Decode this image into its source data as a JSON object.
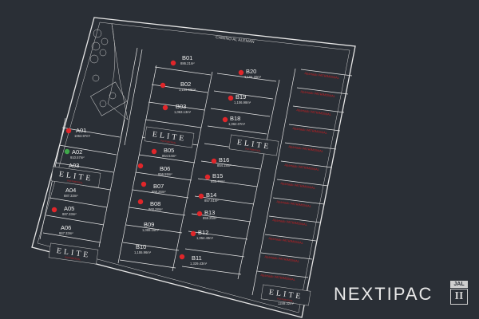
{
  "road": "CAMINO AL ALEMAN",
  "lots": [
    {
      "id": "A01",
      "area": "1063.97m²",
      "dot": "red"
    },
    {
      "id": "A02",
      "area": "910.57m²",
      "dot": "green"
    },
    {
      "id": "A03",
      "area": "",
      "dot": "none"
    },
    {
      "id": "A04",
      "area": "887.33m²",
      "dot": "none"
    },
    {
      "id": "A05",
      "area": "887.33m²",
      "dot": "red"
    },
    {
      "id": "A06",
      "area": "867.33m²",
      "dot": "none"
    },
    {
      "id": "B01",
      "area": "886.21m²",
      "dot": "red"
    },
    {
      "id": "B02",
      "area": "1,109.58m²",
      "dot": "red"
    },
    {
      "id": "B03",
      "area": "1,063.13m²",
      "dot": "red"
    },
    {
      "id": "B05",
      "area": "854.54m²",
      "dot": "red"
    },
    {
      "id": "B06",
      "area": "856.59m²",
      "dot": "red"
    },
    {
      "id": "B07",
      "area": "858.26m²",
      "dot": "red"
    },
    {
      "id": "B08",
      "area": "860.28m²",
      "dot": "red"
    },
    {
      "id": "B09",
      "area": "1,055.16m²",
      "dot": "none"
    },
    {
      "id": "B10",
      "area": "1,155.96m²",
      "dot": "none"
    },
    {
      "id": "B11",
      "area": "1,329.43m²",
      "dot": "red"
    },
    {
      "id": "B12",
      "area": "1,054.49m²",
      "dot": "red"
    },
    {
      "id": "B13",
      "area": "859.25m²",
      "dot": "red"
    },
    {
      "id": "B14",
      "area": "857.51m²",
      "dot": "red"
    },
    {
      "id": "B15",
      "area": "855.79m²",
      "dot": "red"
    },
    {
      "id": "B16",
      "area": "854.18m²",
      "dot": "red"
    },
    {
      "id": "B18",
      "area": "1,062.07m²",
      "dot": "red"
    },
    {
      "id": "B19",
      "area": "1,106.98m²",
      "dot": "red"
    },
    {
      "id": "B20",
      "area": "1,104.20m²",
      "dot": "red"
    },
    {
      "id": "",
      "area": "1249.32m²",
      "dot": "none"
    }
  ],
  "patrimonial_label": "Apartado PATRIMONIAL",
  "elite": {
    "name": "ELITE",
    "sub": "PATRIMONIAL"
  },
  "brand": {
    "name": "NEXTIPAC",
    "state": "JAL",
    "numeral": "II"
  },
  "colors": {
    "background": "#2a2f36",
    "lines": "#e6e6e6",
    "sold_dot": "#e0262a",
    "available_dot": "#3fa84a",
    "label": "#c81e22"
  }
}
